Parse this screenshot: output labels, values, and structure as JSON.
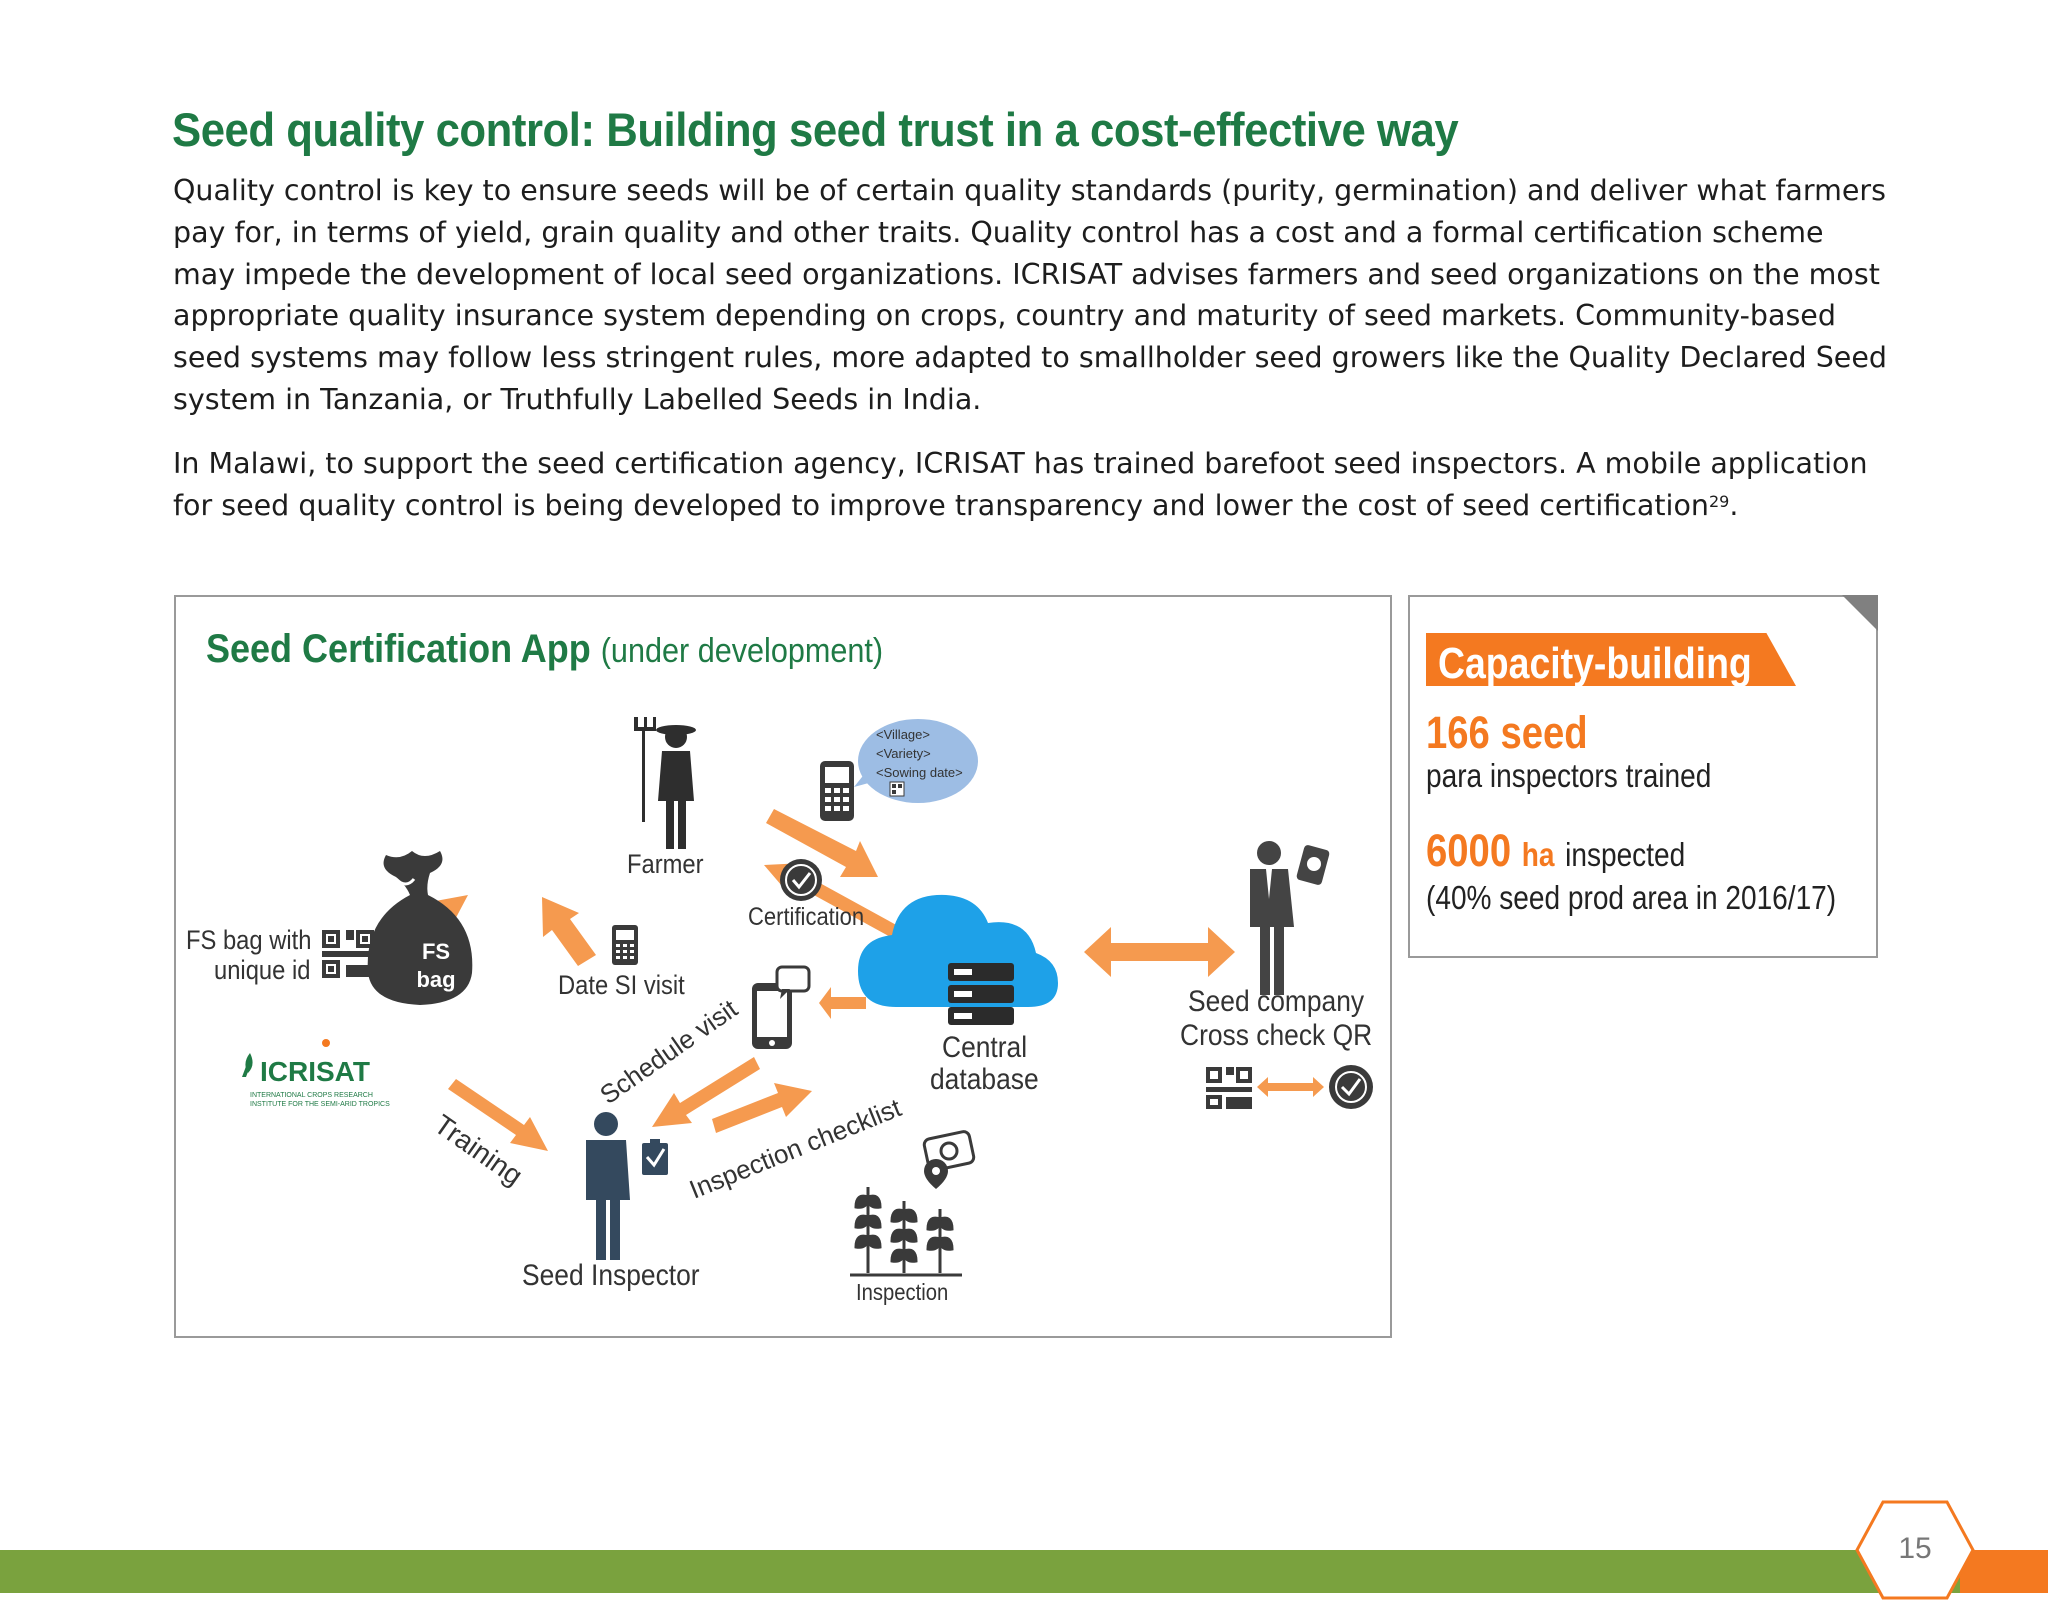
{
  "page": {
    "heading": "Seed quality control: Building seed trust in a cost-effective way",
    "paragraph1": "Quality control is key to ensure seeds will be of certain quality standards (purity, germination) and deliver what farmers pay for, in terms of yield, grain quality and other traits. Quality control has a cost and a formal certification scheme may impede the development of local seed organizations. ICRISAT advises farmers and seed organizations on the most appropriate quality insurance system depending on crops, country and maturity of seed markets. Community-based seed systems may follow less stringent rules, more adapted to smallholder seed growers like the Quality Declared Seed system in Tanzania, or Truthfully Labelled Seeds in India.",
    "paragraph2": "In Malawi, to support the seed certification agency, ICRISAT has trained barefoot seed inspectors. A mobile application for seed quality control is being developed to improve transparency and lower the cost of seed certification",
    "paragraph2_footnote": "29",
    "paragraph2_end": ".",
    "page_number": "15"
  },
  "diagram": {
    "title": "Seed Certification App",
    "subtitle": "(under development)",
    "labels": {
      "farmer": "Farmer",
      "certification": "Certification",
      "date_si_visit": "Date SI visit",
      "fs_bag_line1": "FS bag with",
      "fs_bag_line2": "unique id",
      "fs_bag_icon_line1": "FS",
      "fs_bag_icon_line2": "bag",
      "schedule_visit": "Schedule visit",
      "central_line1": "Central",
      "central_line2": "database",
      "seed_company_line1": "Seed company",
      "seed_company_line2": "Cross check QR",
      "training": "Training",
      "inspection_checklist": "Inspection checklist",
      "seed_inspector": "Seed Inspector",
      "inspection": "Inspection",
      "bubble_line1": "<Village>",
      "bubble_line2": "<Variety>",
      "bubble_line3": "<Sowing date>",
      "logo_name": "ICRISAT",
      "logo_sub1": "INTERNATIONAL CROPS RESEARCH",
      "logo_sub2": "INSTITUTE FOR THE SEMI-ARID TROPICS"
    }
  },
  "capacity": {
    "title": "Capacity-building",
    "stat1_value": "166 seed",
    "stat1_text": "para inspectors trained",
    "stat2_value": "6000",
    "stat2_unit": "ha",
    "stat2_text": "inspected",
    "stat2_note": "(40% seed prod area in 2016/17)"
  },
  "colors": {
    "heading_green": "#1f7a45",
    "accent_orange": "#f47920",
    "arrow_orange": "#f59a4f",
    "footer_green": "#7aa23e",
    "cloud_blue": "#1ea1e8",
    "figure_navy": "#34495e",
    "icon_dark": "#3a3a3a"
  }
}
